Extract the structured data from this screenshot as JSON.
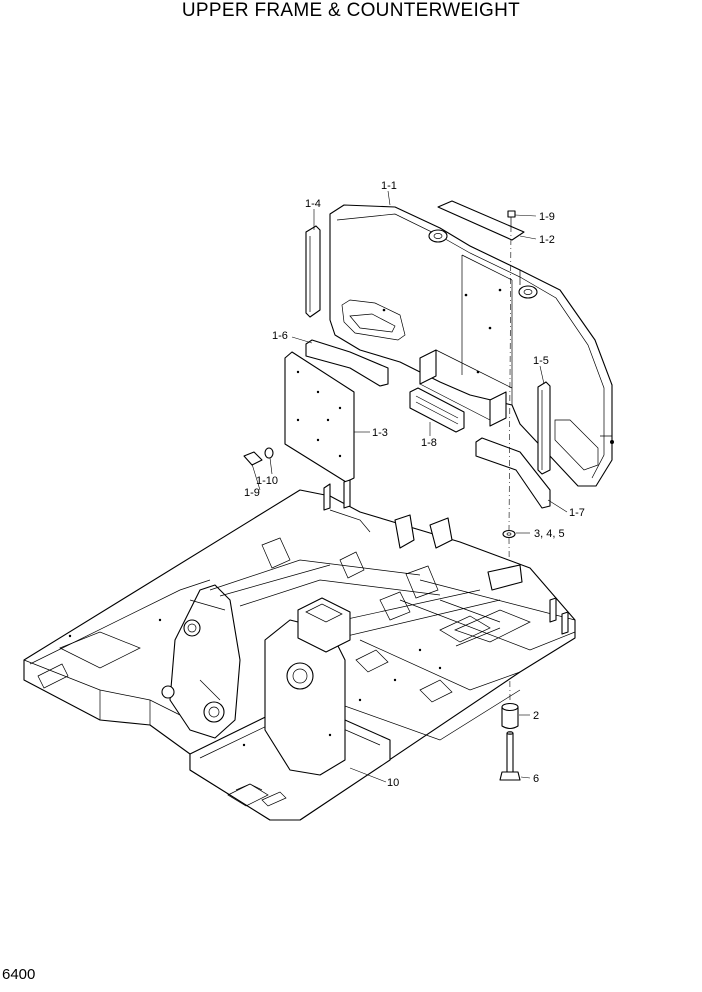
{
  "title": "UPPER FRAME & COUNTERWEIGHT",
  "page_number": "6400",
  "callouts": {
    "c1_1": "1-1",
    "c1_2": "1-2",
    "c1_3": "1-3",
    "c1_4": "1-4",
    "c1_5": "1-5",
    "c1_6": "1-6",
    "c1_7": "1-7",
    "c1_8": "1-8",
    "c1_9a": "1-9",
    "c1_9b": "1-9",
    "c1_10": "1-10",
    "c2": "2",
    "c345": "3, 4, 5",
    "c6": "6",
    "c10": "10"
  }
}
